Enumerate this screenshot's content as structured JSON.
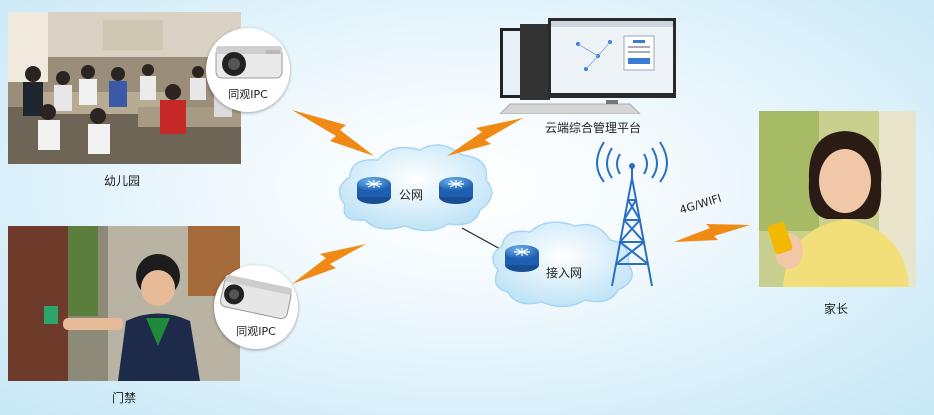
{
  "nodes": {
    "kindergarten": "幼儿园",
    "gate": "门禁",
    "camera_1": "同观IPC",
    "camera_2": "同观IPC",
    "public_network": "公网",
    "access_network": "接入网",
    "cloud_platform": "云端综合管理平台",
    "parent": "家长",
    "wireless_link": "4G/WIFI"
  },
  "colors": {
    "lightning": "#f08a14",
    "cloud": "#bfe3f7",
    "router": "#2e77c9",
    "tower": "#2a6fc0"
  }
}
